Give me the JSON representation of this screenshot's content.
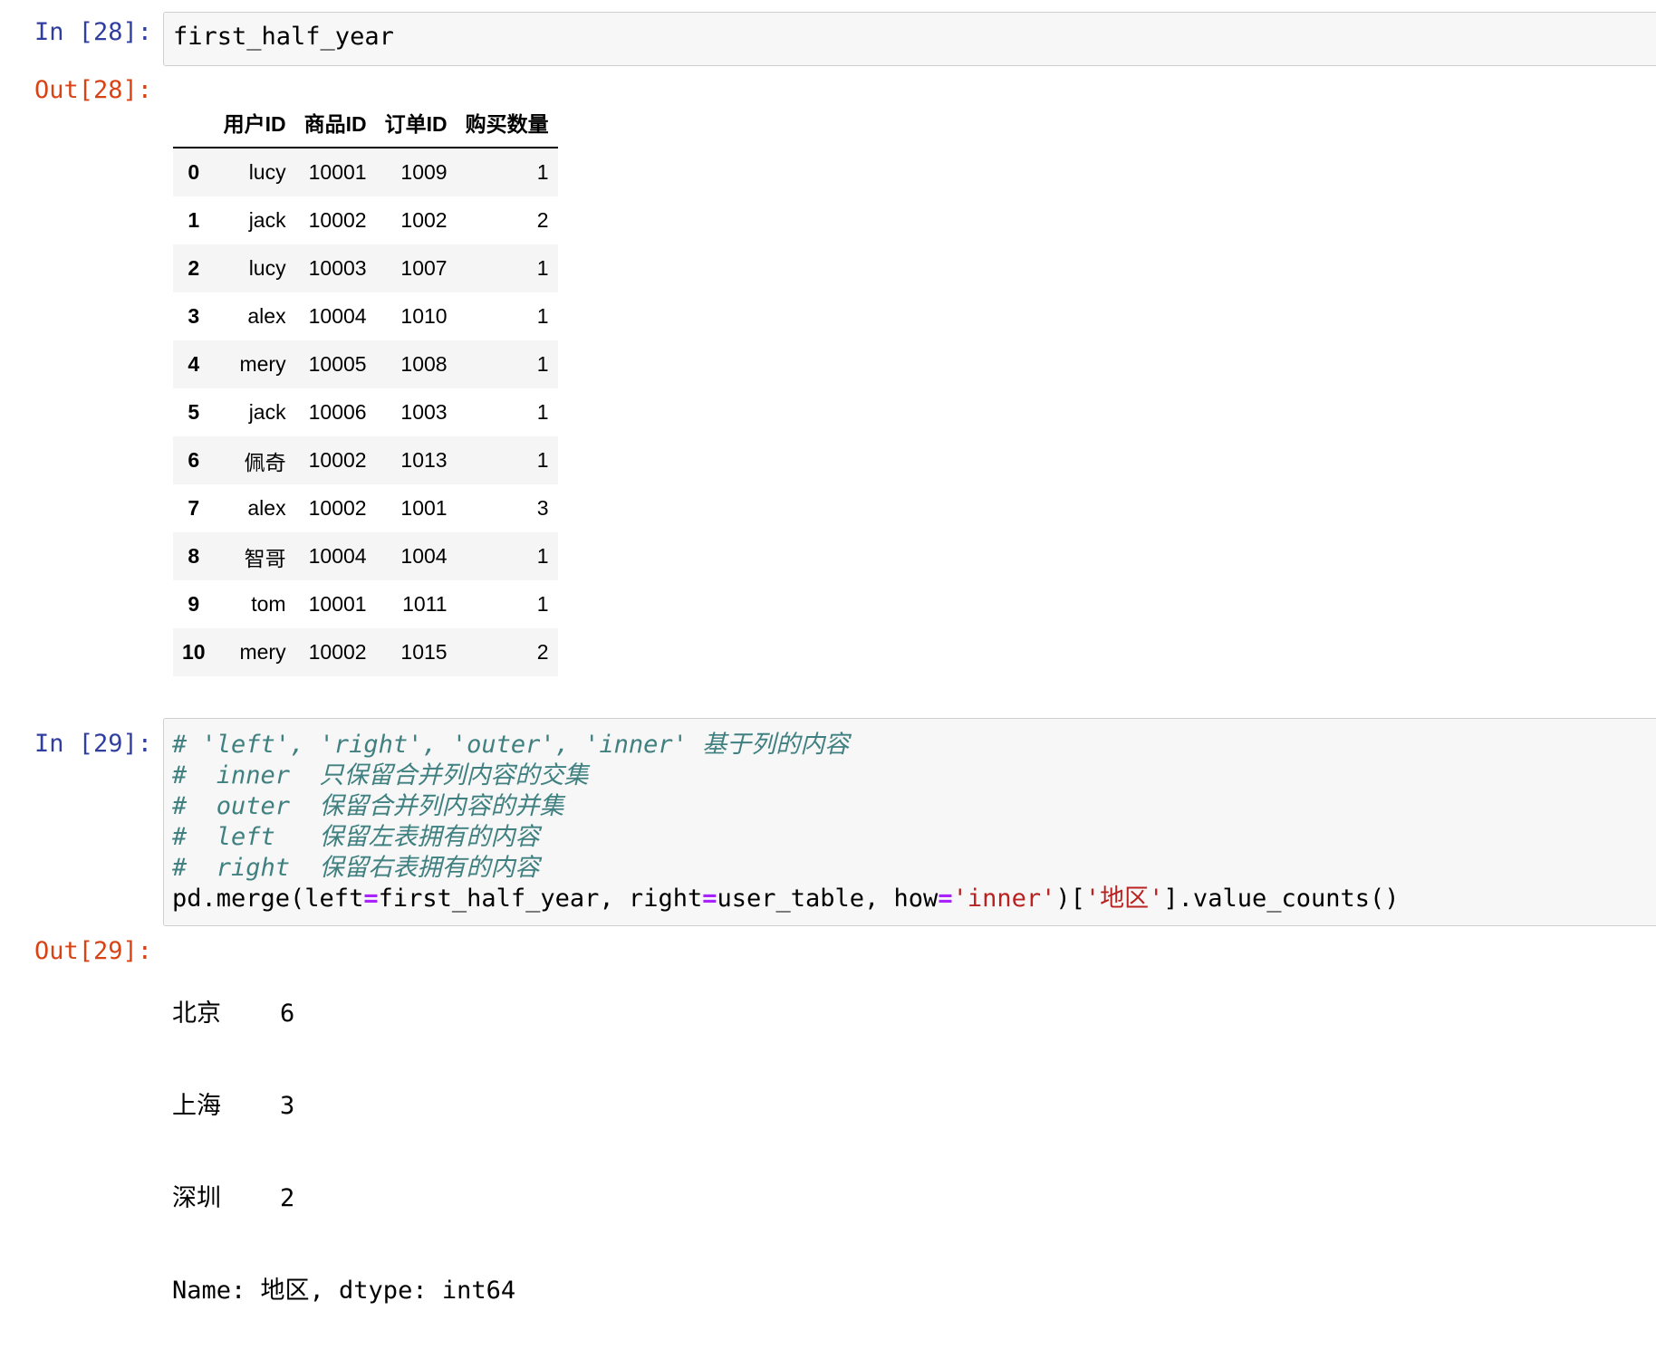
{
  "cell28": {
    "in_prompt": "In [28]:",
    "code": "first_half_year",
    "out_prompt": "Out[28]:",
    "table": {
      "columns": [
        "用户ID",
        "商品ID",
        "订单ID",
        "购买数量"
      ],
      "rows": [
        {
          "index": "0",
          "values": [
            "lucy",
            "10001",
            "1009",
            "1"
          ]
        },
        {
          "index": "1",
          "values": [
            "jack",
            "10002",
            "1002",
            "2"
          ]
        },
        {
          "index": "2",
          "values": [
            "lucy",
            "10003",
            "1007",
            "1"
          ]
        },
        {
          "index": "3",
          "values": [
            "alex",
            "10004",
            "1010",
            "1"
          ]
        },
        {
          "index": "4",
          "values": [
            "mery",
            "10005",
            "1008",
            "1"
          ]
        },
        {
          "index": "5",
          "values": [
            "jack",
            "10006",
            "1003",
            "1"
          ]
        },
        {
          "index": "6",
          "values": [
            "佩奇",
            "10002",
            "1013",
            "1"
          ]
        },
        {
          "index": "7",
          "values": [
            "alex",
            "10002",
            "1001",
            "3"
          ]
        },
        {
          "index": "8",
          "values": [
            "智哥",
            "10004",
            "1004",
            "1"
          ]
        },
        {
          "index": "9",
          "values": [
            "tom",
            "10001",
            "1011",
            "1"
          ]
        },
        {
          "index": "10",
          "values": [
            "mery",
            "10002",
            "1015",
            "2"
          ]
        }
      ]
    }
  },
  "cell29": {
    "in_prompt": "In [29]:",
    "comments": [
      "# 'left', 'right', 'outer', 'inner' 基于列的内容",
      "#  inner  只保留合并列内容的交集",
      "#  outer  保留合并列内容的并集",
      "#  left   保留左表拥有的内容",
      "#  right  保留右表拥有的内容"
    ],
    "code": {
      "p1": "pd.merge(left",
      "eq1": "=",
      "p2": "first_half_year, right",
      "eq2": "=",
      "p3": "user_table, how",
      "eq3": "=",
      "s1": "'inner'",
      "p4": ")[",
      "s2": "'地区'",
      "p5": "].value_counts()"
    },
    "out_prompt": "Out[29]:",
    "output_lines": [
      "北京    6",
      "上海    3",
      "深圳    2",
      "Name: 地区, dtype: int64"
    ]
  }
}
